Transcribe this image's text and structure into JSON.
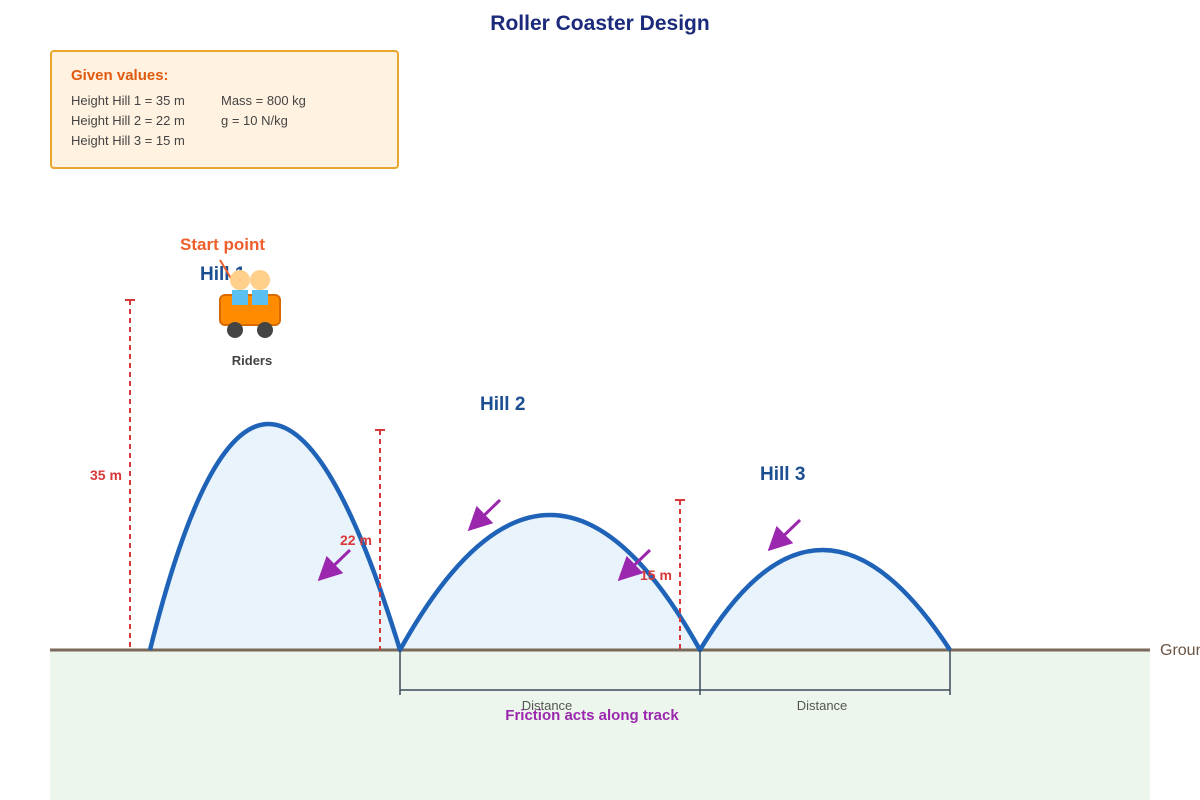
{
  "title": "Roller Coaster Design",
  "given": {
    "heading": "Given values:",
    "items": [
      "Height Hill 1 = 35 m",
      "Mass = 800 kg",
      "Height Hill 2 = 22 m",
      "g = 10 N/kg",
      "Height Hill 3 = 15 m"
    ]
  },
  "labels": {
    "start": "Start point",
    "riders": "Riders",
    "ground": "Ground",
    "distance": "Distance",
    "friction": "Friction acts along track"
  },
  "hills": [
    {
      "name": "Hill 1",
      "height": "35 m"
    },
    {
      "name": "Hill 2",
      "height": "22 m"
    },
    {
      "name": "Hill 3",
      "height": "15 m"
    }
  ],
  "colors": {
    "track": "#1f63b8",
    "hill_fill": "#e9f3fb",
    "ground_fill": "#edf6ec",
    "height_marker": "#d9383a",
    "friction_arrow": "#9b27af",
    "title": "#1b2a7a",
    "start_label": "#ef5f2c",
    "cart": "#ff8c00"
  }
}
